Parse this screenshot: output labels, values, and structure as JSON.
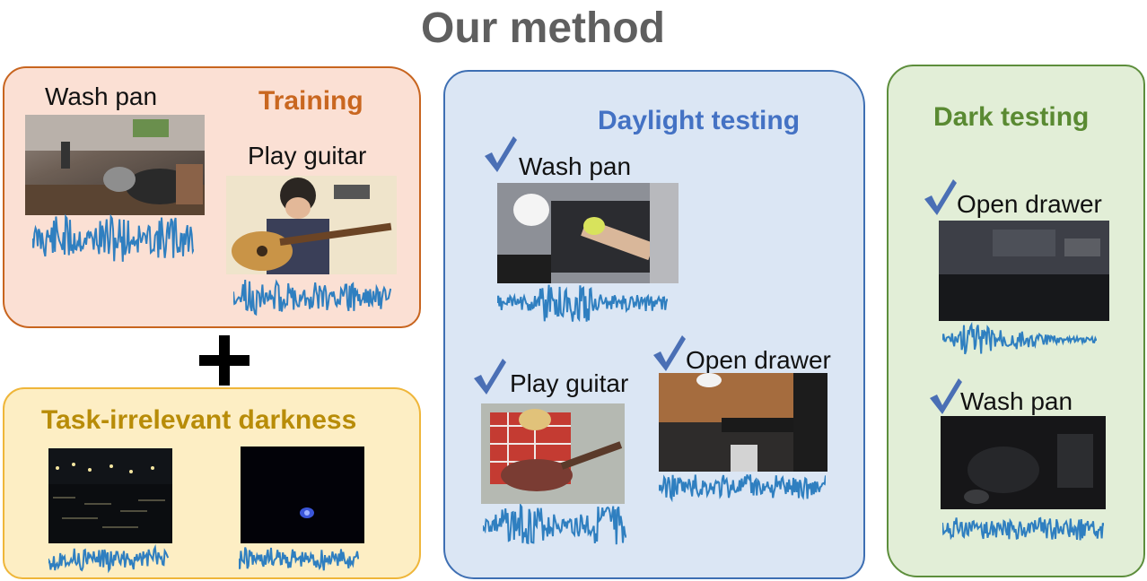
{
  "title": "Our method",
  "training": {
    "heading": "Training",
    "label_wash_pan": "Wash pan",
    "label_play_guitar": "Play guitar"
  },
  "darkness": {
    "heading": "Task-irrelevant darkness"
  },
  "daylight": {
    "heading": "Daylight testing",
    "label_wash_pan": "Wash pan",
    "label_play_guitar": "Play guitar",
    "label_open_drawer": "Open drawer"
  },
  "dark_testing": {
    "heading": "Dark testing",
    "label_open_drawer": "Open drawer",
    "label_wash_pan": "Wash pan"
  },
  "colors": {
    "training": "#c96720",
    "darkness": "#b88c08",
    "daylight": "#4472c4",
    "dark": "#5a8a32",
    "waveform": "#2f7fc0",
    "check": "#4a6fb5"
  }
}
